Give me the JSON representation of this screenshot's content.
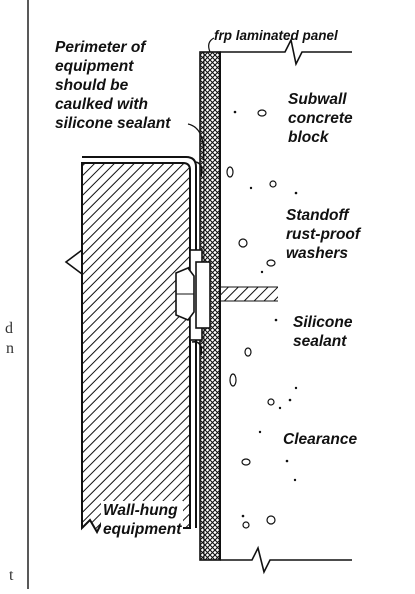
{
  "labels": {
    "frp_panel": "frp laminated panel",
    "perimeter": "Perimeter of\nequipment\nshould be\ncaulked with\nsilicone sealant",
    "subwall": "Subwall\nconcrete\nblock",
    "washers": "Standoff\nrust-proof\nwashers",
    "sealant": "Silicone\nsealant",
    "clearance": "Clearance",
    "equipment": "Wall-hung\nequipment"
  },
  "edge_fragments": {
    "f1": "d",
    "f2": "n",
    "f3": "t"
  },
  "colors": {
    "ink": "#111111",
    "background": "#ffffff"
  }
}
